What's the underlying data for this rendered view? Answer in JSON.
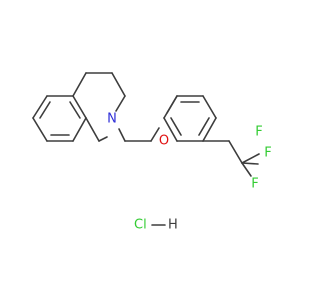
{
  "colors": {
    "bond": "#3d3d3d",
    "nitrogen": "#2f2fd8",
    "oxygen": "#e01010",
    "fluorine": "#33cc33",
    "chlorine": "#33cc33",
    "hydrogen": "#3d3d3d"
  },
  "atoms": {
    "nitrogen": "N",
    "oxygen": "O",
    "fluorine": "F"
  },
  "salt": {
    "chlorine": "Cl",
    "hydrogen": "H"
  }
}
